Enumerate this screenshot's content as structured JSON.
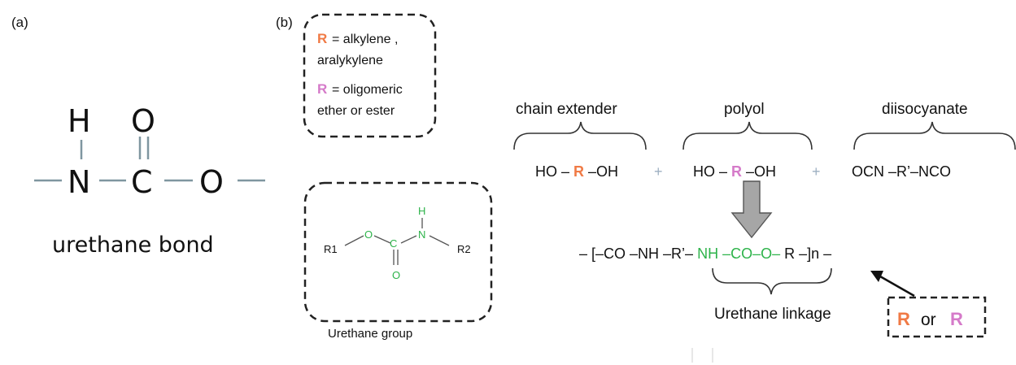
{
  "panel_a": {
    "label": "(a)",
    "atoms": {
      "h": "H",
      "n": "N",
      "c": "C",
      "o_top": "O",
      "o_right": "O"
    },
    "caption": "urethane bond"
  },
  "panel_b": {
    "label": "(b)",
    "legend": {
      "r1_symbol": "R",
      "r1_text_line1": "= alkylene   ,",
      "r1_text_line2": "aralykylene",
      "r2_symbol": "R",
      "r2_text_line1": "= oligomeric",
      "r2_text_line2": "ether or ester"
    },
    "urethane_group": {
      "r1": "R1",
      "r2": "R2",
      "o_ether": "O",
      "c": "C",
      "n": "N",
      "h": "H",
      "o_carbonyl": "O",
      "caption": "Urethane group"
    },
    "reactants": {
      "chain_extender": {
        "label": "chain extender",
        "left": "HO –",
        "r": "R",
        "right": "–OH"
      },
      "plus1": "+",
      "polyol": {
        "label": "polyol",
        "left": "HO –",
        "r": "R",
        "right": "–OH"
      },
      "plus2": "+",
      "diisocyanate": {
        "label": "diisocyanate",
        "formula": "OCN –R’–NCO"
      }
    },
    "product": {
      "part1": "– [–CO –NH –R’–",
      "part2": "NH –CO–O–",
      "part3": "R –]n –"
    },
    "linkage_label": "Urethane linkage",
    "r_box": {
      "r1": "R",
      "or": "or",
      "r2": "R"
    }
  },
  "colors": {
    "orange": "#f07a45",
    "pink": "#d57ac9",
    "green": "#2db34a",
    "bond_gray": "#7f96a0",
    "arrow_gray": "#a6a6a6",
    "text": "#111111"
  }
}
